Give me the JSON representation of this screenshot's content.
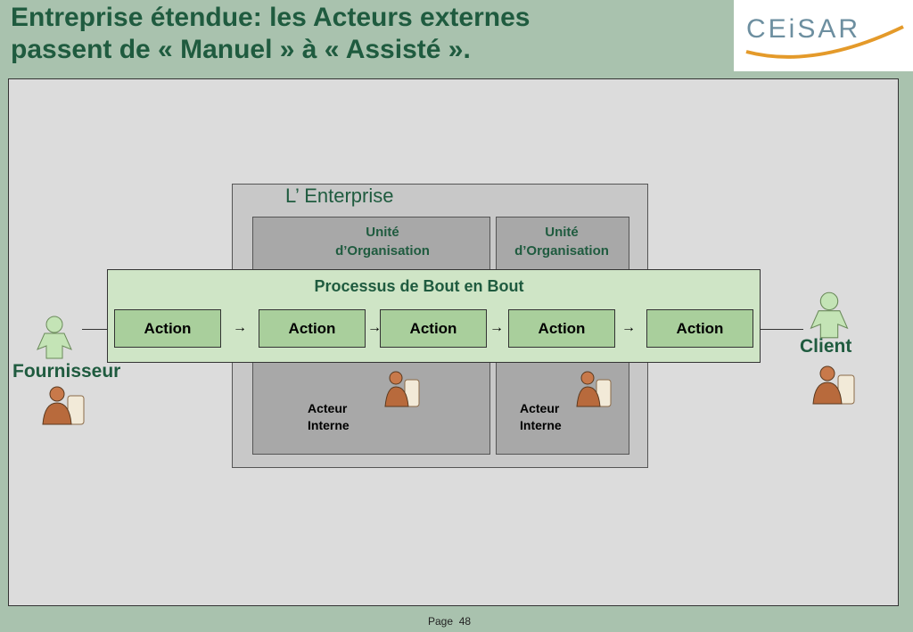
{
  "header": {
    "title_line1": "Entreprise étendue: les Acteurs externes",
    "title_line2": "passent de « Manuel » à « Assisté ».",
    "logo_text": "CEiSAR"
  },
  "diagram": {
    "enterprise_title": "L’ Enterprise",
    "org_units": [
      {
        "line1": "Unité",
        "line2": "d’Organisation"
      },
      {
        "line1": "Unité",
        "line2": "d’Organisation"
      }
    ],
    "process_title": "Processus de Bout en Bout",
    "actions": [
      "Action",
      "Action",
      "Action",
      "Action",
      "Action"
    ],
    "arrow_glyph": "→",
    "internal_actors": [
      {
        "line1": "Acteur",
        "line2": "Interne"
      },
      {
        "line1": "Acteur",
        "line2": "Interne"
      }
    ],
    "supplier_label": "Fournisseur",
    "client_label": "Client"
  },
  "footer": {
    "page_label": "Page  48"
  },
  "colors": {
    "background": "#a9c2ae",
    "title": "#1f5b3f",
    "action_fill": "#a9cf9c",
    "process_fill": "#cfe5c6"
  }
}
